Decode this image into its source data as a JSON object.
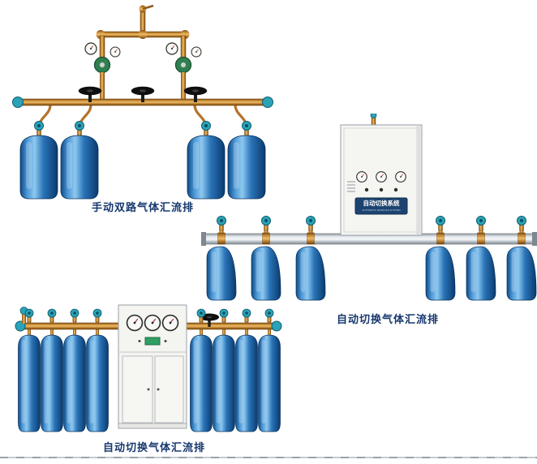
{
  "page": {
    "background": "#ffffff",
    "divider_color": "#a8adb2"
  },
  "colors": {
    "cylinder_blue": "#1d62a6",
    "brass_pipe": "#c68a35",
    "valve_teal": "#2aa3b8",
    "regulator_green": "#2e8050",
    "cabinet_white": "#f5f5f1",
    "caption_navy": "#16386e"
  },
  "products": [
    {
      "id": "manual-dual-manifold",
      "caption": "手动双路气体汇流排",
      "cylinder_count": 4
    },
    {
      "id": "auto-switch-manifold-wall",
      "caption": "自动切换气体汇流排",
      "cabinet_label": "自动切换系统",
      "cabinet_sublabel": "AUTOMATIC MANIFOLD SYSTEM",
      "cylinder_count": 6
    },
    {
      "id": "auto-switch-manifold-floor",
      "caption": "自动切换气体汇流排",
      "cylinder_count": 8
    }
  ]
}
